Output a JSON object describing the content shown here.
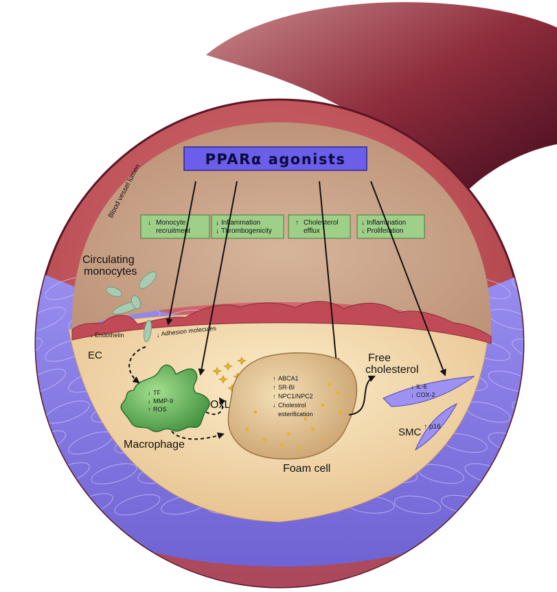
{
  "title": "PPARα agonists",
  "lumen_label": "Blood vessel lumen",
  "effect_boxes": [
    {
      "lines": [
        {
          "arrow": "down",
          "text": "Monocyte"
        },
        {
          "arrow": "",
          "text": "recruitment"
        }
      ]
    },
    {
      "lines": [
        {
          "arrow": "down",
          "text": "Inflammation"
        },
        {
          "arrow": "down",
          "text": "Thrombogenicity"
        }
      ]
    },
    {
      "lines": [
        {
          "arrow": "up",
          "text": "Cholesterol"
        },
        {
          "arrow": "",
          "text": "efflux"
        }
      ]
    },
    {
      "lines": [
        {
          "arrow": "down",
          "text": "Inflammation"
        },
        {
          "arrow": "down",
          "text": "Proliferation"
        }
      ]
    }
  ],
  "labels": {
    "circulating_line1": "Circulating",
    "circulating_line2": "monocytes",
    "ec": "EC",
    "endothelin": "Endothelin",
    "adhesion": "Adhesion molecules",
    "oxldl": "OxLDL",
    "macrophage": "Macrophage",
    "foam_cell": "Foam cell",
    "free_line1": "Free",
    "free_line2": "cholesterol",
    "smc": "SMC",
    "p16": "p16"
  },
  "macrophage_markers": [
    {
      "arrow": "down",
      "text": "TF"
    },
    {
      "arrow": "down",
      "text": "MMP-9"
    },
    {
      "arrow": "up",
      "text": "ROS"
    }
  ],
  "foam_markers": [
    {
      "arrow": "up",
      "text": "ABCA1"
    },
    {
      "arrow": "up",
      "text": "SR-BI"
    },
    {
      "arrow": "up",
      "text": "NPC1/NPC2"
    },
    {
      "arrow": "down",
      "text": "Cholestrol"
    },
    {
      "arrow": "",
      "text": "esterification"
    }
  ],
  "smc_markers": [
    {
      "arrow": "down",
      "text": "IL-6"
    },
    {
      "arrow": "down",
      "text": "COX-2"
    }
  ],
  "colors": {
    "title_box": "#6b5ee8",
    "effect_box": "#9fd08a",
    "vessel_wall": "#c0565b",
    "lumen": "#c9a186",
    "intima": "#f3ddb2",
    "media": "#8a7fe6",
    "macrophage": "#74c06a",
    "foam_cell": "#e3c596"
  }
}
